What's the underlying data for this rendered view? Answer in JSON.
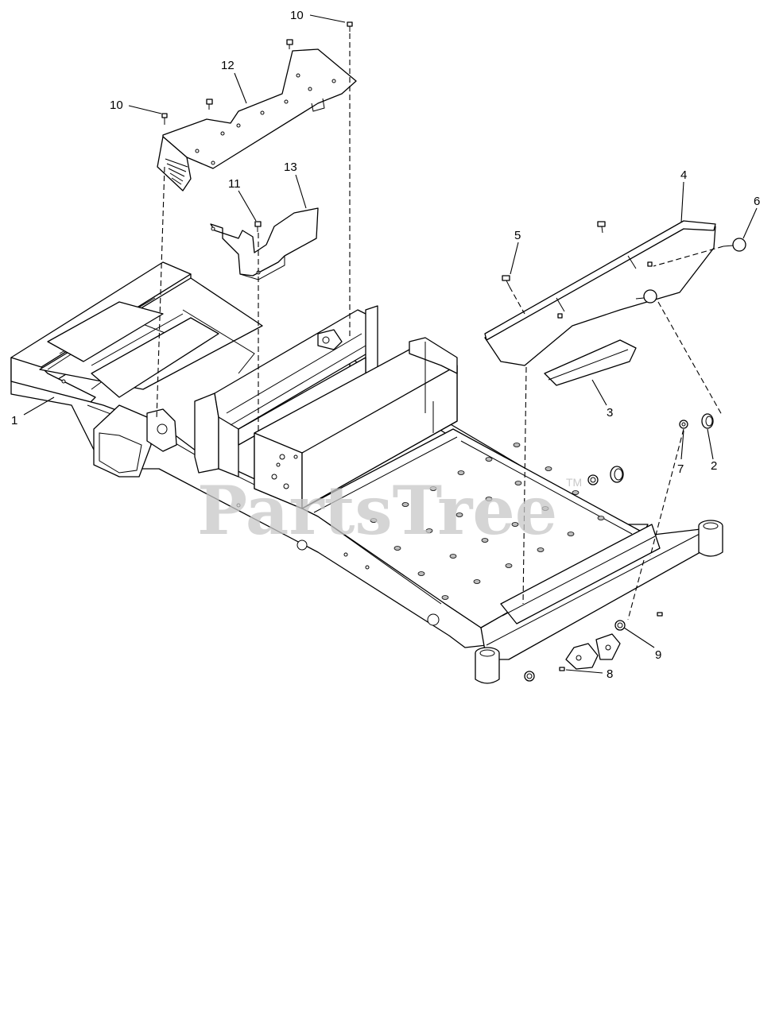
{
  "watermark": {
    "text": "PartsTree",
    "trademark": "TM"
  },
  "callouts": [
    "10",
    "12",
    "10",
    "11",
    "13",
    "1",
    "4",
    "6",
    "5",
    "3",
    "7",
    "2",
    "9",
    "8"
  ]
}
